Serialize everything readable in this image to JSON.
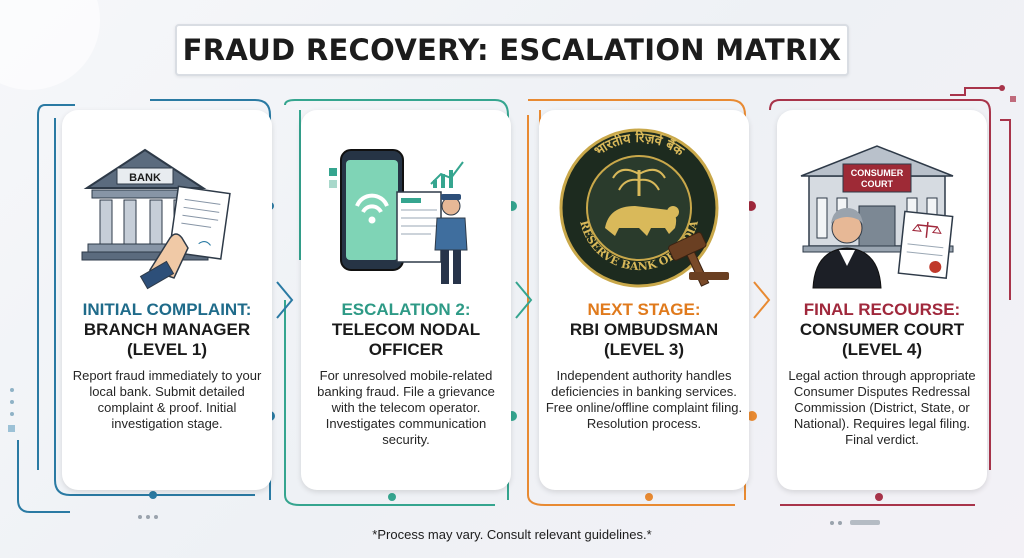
{
  "title": "FRAUD RECOVERY: ESCALATION MATRIX",
  "colors": {
    "stage1": "#1f6b8a",
    "stage2": "#2e9a86",
    "stage3": "#e07a1c",
    "stage4": "#a0283c"
  },
  "stages": [
    {
      "heading_line1": "INITIAL COMPLAINT:",
      "heading_line2": "BRANCH MANAGER",
      "heading_line3": "(LEVEL 1)",
      "description": "Report fraud immediately to your local bank. Submit detailed complaint & proof. Initial investigation stage.",
      "illustration_label": "BANK",
      "icon": "bank-icon"
    },
    {
      "heading_line1": "ESCALATION 2:",
      "heading_line2": "TELECOM NODAL",
      "heading_line3": "OFFICER",
      "description": "For unresolved mobile-related banking fraud. File a grievance with the telecom operator. Investigates communication security.",
      "icon": "phone-officer-icon"
    },
    {
      "heading_line1": "NEXT STAGE:",
      "heading_line2": "RBI OMBUDSMAN",
      "heading_line3": "(LEVEL 3)",
      "description": "Independent authority handles deficiencies in banking services. Free online/offline complaint filing. Resolution process.",
      "seal_top": "भारतीय रिज़र्व बैंक",
      "seal_bottom": "RESERVE BANK OF INDIA",
      "icon": "rbi-seal-icon"
    },
    {
      "heading_line1": "FINAL RECOURSE:",
      "heading_line2": "CONSUMER COURT",
      "heading_line3": "(LEVEL 4)",
      "description": "Legal action through appropriate Consumer Disputes Redressal Commission (District, State, or National). Requires legal filing. Final verdict.",
      "illustration_label_line1": "CONSUMER",
      "illustration_label_line2": "COURT",
      "icon": "court-judge-icon"
    }
  ],
  "footnote": "*Process may vary. Consult relevant guidelines.*"
}
